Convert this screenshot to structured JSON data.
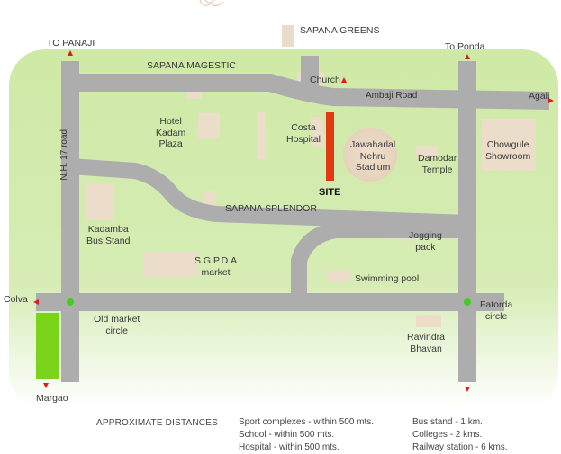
{
  "labels": {
    "to_panaji": "TO PANAJI",
    "to_ponda": "To Ponda",
    "agali": "Agali",
    "colva": "Colva",
    "margao": "Margao",
    "sapana_greens": "SAPANA GREENS",
    "sapana_magestic": "SAPANA MAGESTIC",
    "church": "Church",
    "ambaji_road": "Ambaji Road",
    "hotel_kadam": "Hotel\nKadam\nPlaza",
    "costa_hospital": "Costa\nHospital",
    "nehru_stadium": "Jawaharlal\nNehru\nStadium",
    "damodar_temple": "Damodar\nTemple",
    "chowgule_showroom": "Chowgule\nShowroom",
    "nh17_road": "N.H. 17 road",
    "site": "SITE",
    "sapana_splendor": "SAPANA SPLENDOR",
    "kadamba_bus_stand": "Kadamba\nBus Stand",
    "jogging_pack": "Jogging\npack",
    "sgpda_market": "S.G.P.D.A\nmarket",
    "swimming_pool": "Swimming pool",
    "fatorda_circle": "Fatorda\ncircle",
    "old_market_circle": "Old market\ncircle",
    "ravindra_bhavan": "Ravindra\nBhavan"
  },
  "distances": {
    "heading": "APPROXIMATE DISTANCES",
    "col1": "Sport complexes - within 500 mts.\nSchool - within 500 mts.\nHospital - within 500 mts.",
    "col2": "Bus stand - 1 km.\nColleges - 2 kms.\nRailway station - 6 kms."
  },
  "colors": {
    "green_area": "#cfe9a6",
    "road": "#adadad",
    "building": "#ecdcca",
    "site_marker": "#e03a10",
    "circle_dot": "#44cc22",
    "bright_green": "#7ad41a",
    "arrow": "#d81e1e"
  }
}
